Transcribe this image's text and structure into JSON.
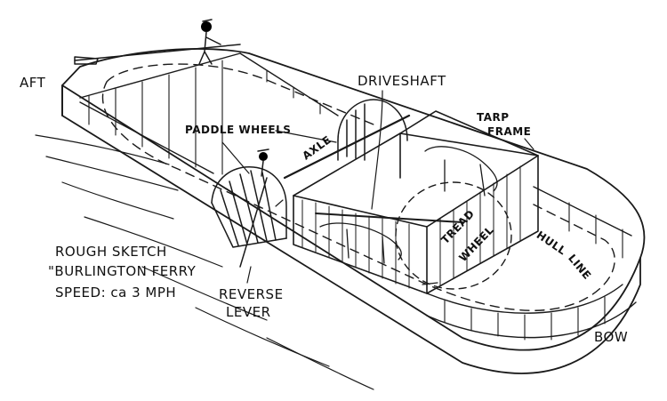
{
  "labels": {
    "aft": "AFT",
    "bow": "BOW",
    "driveshaft": "DRIVESHAFT",
    "tarp_frame_line1": "TARP",
    "tarp_frame_line2": "FRAME",
    "paddle_wheels": "PADDLE WHEELS",
    "axle": "AXLE",
    "tread_wheel_line1": "TREAD",
    "tread_wheel_line2": "WHEEL",
    "hull_line_word1": "HULL",
    "hull_line_word2": "LINE",
    "reverse_lever_line1": "REVERSE",
    "reverse_lever_line2": "LEVER"
  },
  "caption": {
    "line1": "ROUGH SKETCH",
    "line2": "\"BURLINGTON FERRY",
    "line3": "SPEED: ca 3 MPH"
  },
  "colors": {
    "ink": "#1a1a1a",
    "paper": "#ffffff"
  }
}
